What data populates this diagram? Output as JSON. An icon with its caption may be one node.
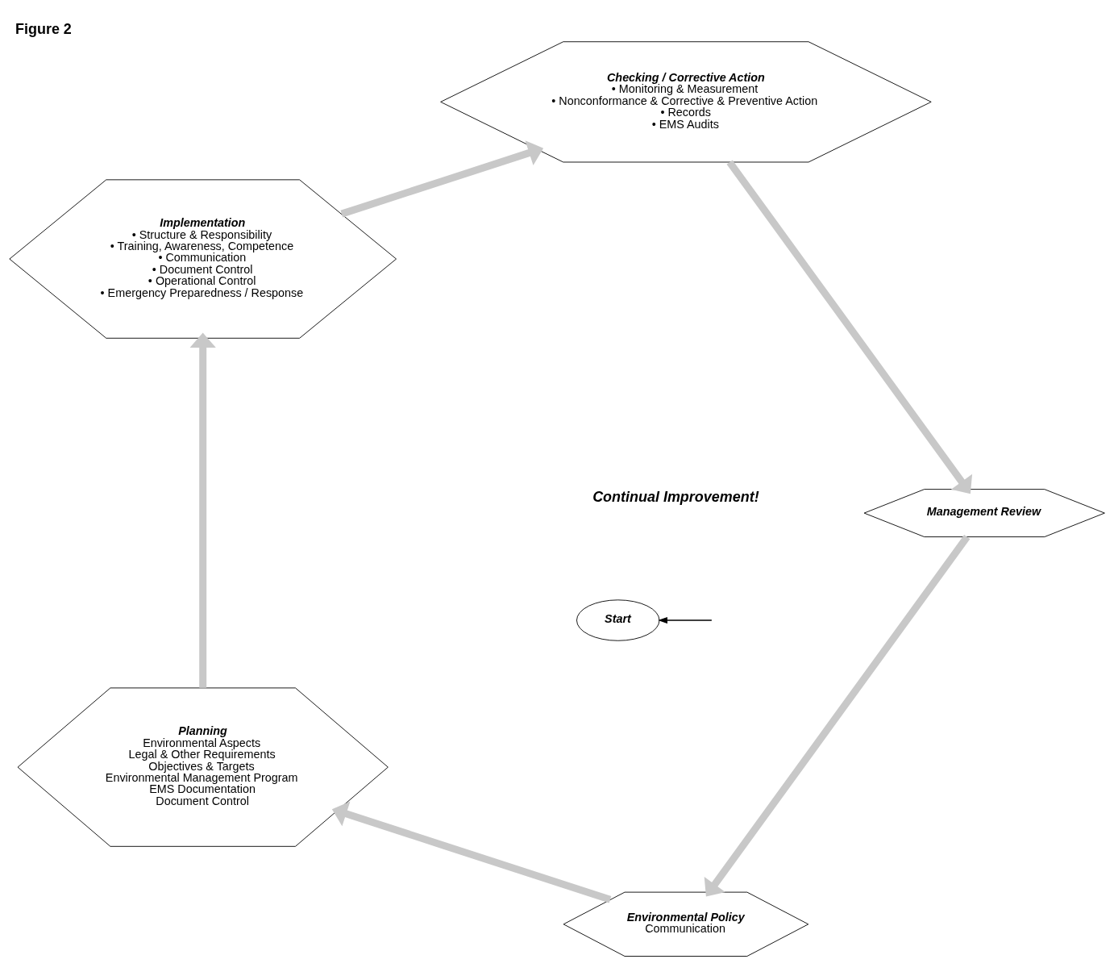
{
  "diagram": {
    "title": "Figure 2",
    "nodes": [
      {
        "text": [
          "Start"
        ]
      },
      {
        "text": [
          "Environmental Policy",
          "Communication"
        ]
      },
      {
        "text": [
          "Planning",
          "Environmental Aspects",
          "Legal & Other Requirements",
          "Objectives & Targets",
          "Environmental Management Program",
          "EMS Documentation",
          "Document Control"
        ]
      },
      {
        "text": [
          "Implementation",
          "• Structure & Responsibility",
          "• Training, Awareness, Competence",
          "• Communication",
          "• Document Control",
          "• Operational Control",
          "• Emergency Preparedness / Response"
        ]
      },
      {
        "text": [
          "Checking / Corrective Action",
          "• Monitoring & Measurement",
          "• Nonconformance & Corrective & Preventive Action",
          "• Records",
          "• EMS Audits"
        ]
      },
      {
        "text": [
          "Management Review"
        ]
      }
    ],
    "edges": [
      {
        "from": null,
        "to": 0,
        "arrow": "to",
        "color": "#000000"
      },
      {
        "from": 1,
        "to": 2,
        "arrow": "to"
      },
      {
        "from": 2,
        "to": 3,
        "arrow": "to"
      },
      {
        "from": 3,
        "to": 4,
        "arrow": "to"
      },
      {
        "from": 4,
        "to": 5,
        "arrow": "to"
      },
      {
        "from": 5,
        "to": 1,
        "arrow": "to"
      }
    ],
    "labels": [
      "Continual Improvement!"
    ]
  }
}
